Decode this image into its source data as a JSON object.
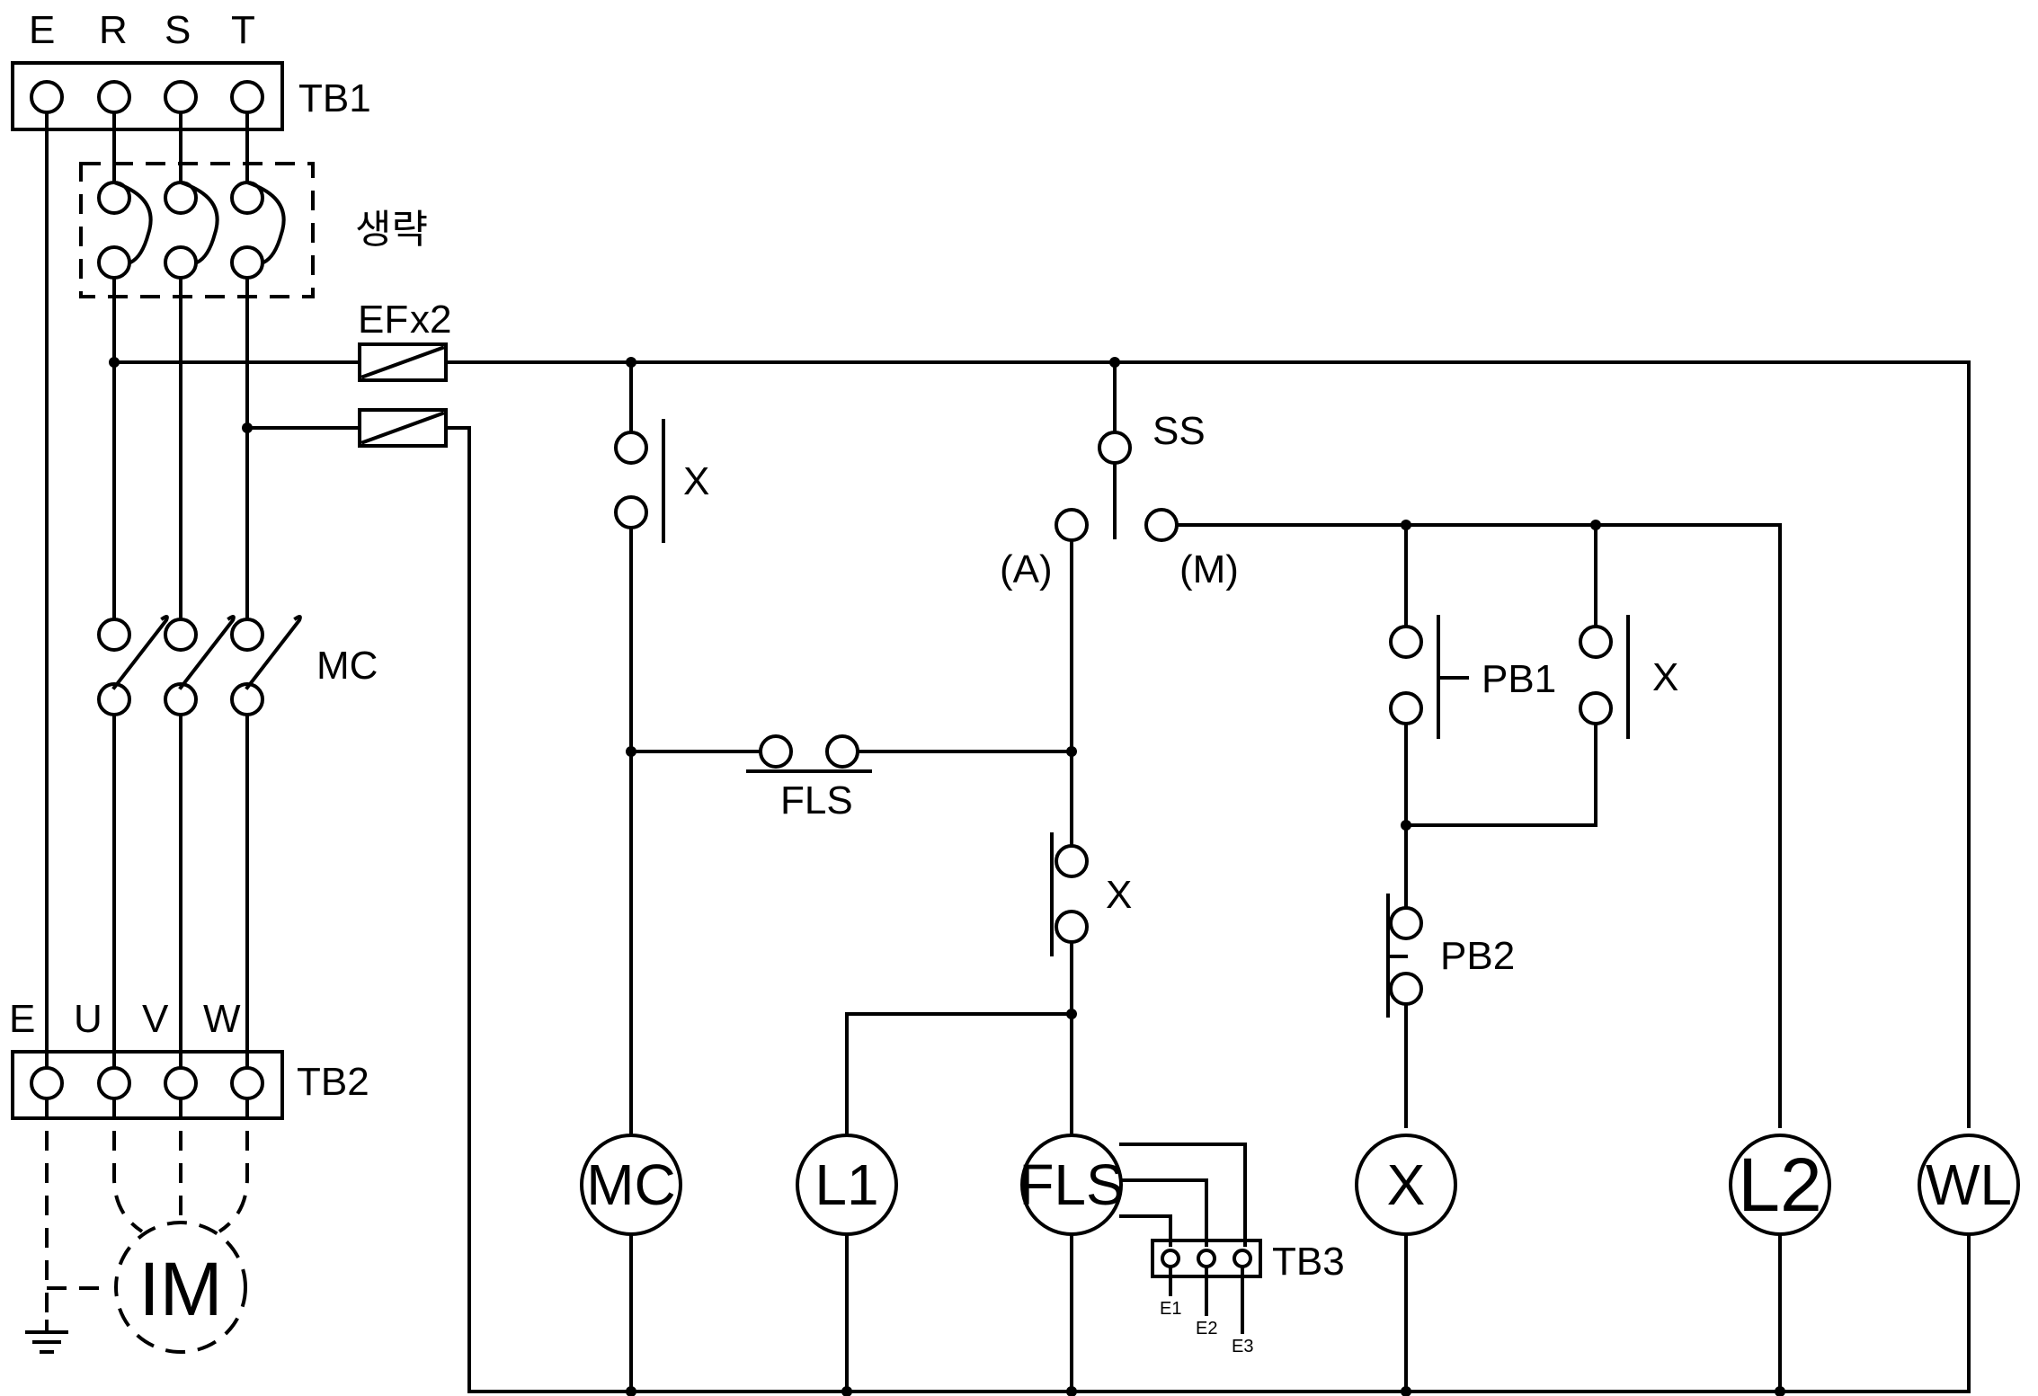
{
  "tb1": {
    "name": "TB1",
    "terminals": [
      "E",
      "R",
      "S",
      "T"
    ]
  },
  "omitted_label": "생략",
  "fuse_label": "EF",
  "fuse_count": "x2",
  "mc_contact_label": "MC",
  "tb2": {
    "name": "TB2",
    "terminals": [
      "E",
      "U",
      "V",
      "W"
    ]
  },
  "motor_label": "IM",
  "ss": {
    "label": "SS",
    "pos_a": "(A)",
    "pos_m": "(M)"
  },
  "x_contact_label": "X",
  "fls_contact_label": "FLS",
  "pb1_label": "PB1",
  "pb2_label": "PB2",
  "coils": {
    "mc": "MC",
    "l1": "L1",
    "fls": "FLS",
    "x": "X",
    "l2": "L2",
    "wl": "WL"
  },
  "tb3": {
    "name": "TB3",
    "electrodes": [
      "E1",
      "E2",
      "E3"
    ]
  }
}
